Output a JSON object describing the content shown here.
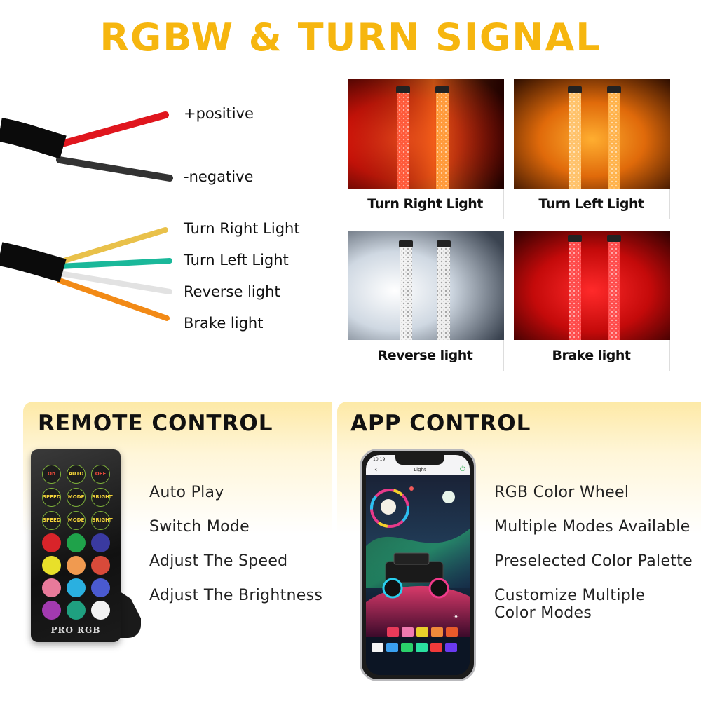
{
  "title": "RGBW & TURN SIGNAL",
  "wires": {
    "positive": "+positive",
    "negative": "-negative",
    "turn_right": "Turn Right Light",
    "turn_left": "Turn Left Light",
    "reverse": "Reverse light",
    "brake": "Brake light"
  },
  "panels": [
    {
      "caption": "Turn Right Light",
      "glow": "#ff2a1a"
    },
    {
      "caption": "Turn Left Light",
      "glow": "#ff8a12"
    },
    {
      "caption": "Reverse light",
      "glow": "#ffffff"
    },
    {
      "caption": "Brake light",
      "glow": "#ff1f1f"
    }
  ],
  "remote": {
    "title": "REMOTE CONTROL",
    "brand": "PRO RGB",
    "buttons": [
      "On",
      "AUTO",
      "OFF",
      "SPEED",
      "MODE",
      "BRIGHT",
      "SPEED",
      "MODE",
      "BRIGHT"
    ],
    "features": [
      "Auto Play",
      "Switch Mode",
      "Adjust The Speed",
      "Adjust The Brightness"
    ]
  },
  "app": {
    "title": "APP CONTROL",
    "screen_title": "Light",
    "time": "10:19",
    "features": [
      "RGB Color Wheel",
      "Multiple Modes Available",
      "Preselected Color Palette",
      "Customize Multiple",
      "Color Modes"
    ]
  },
  "colors": {
    "accent": "#f6b60f"
  }
}
